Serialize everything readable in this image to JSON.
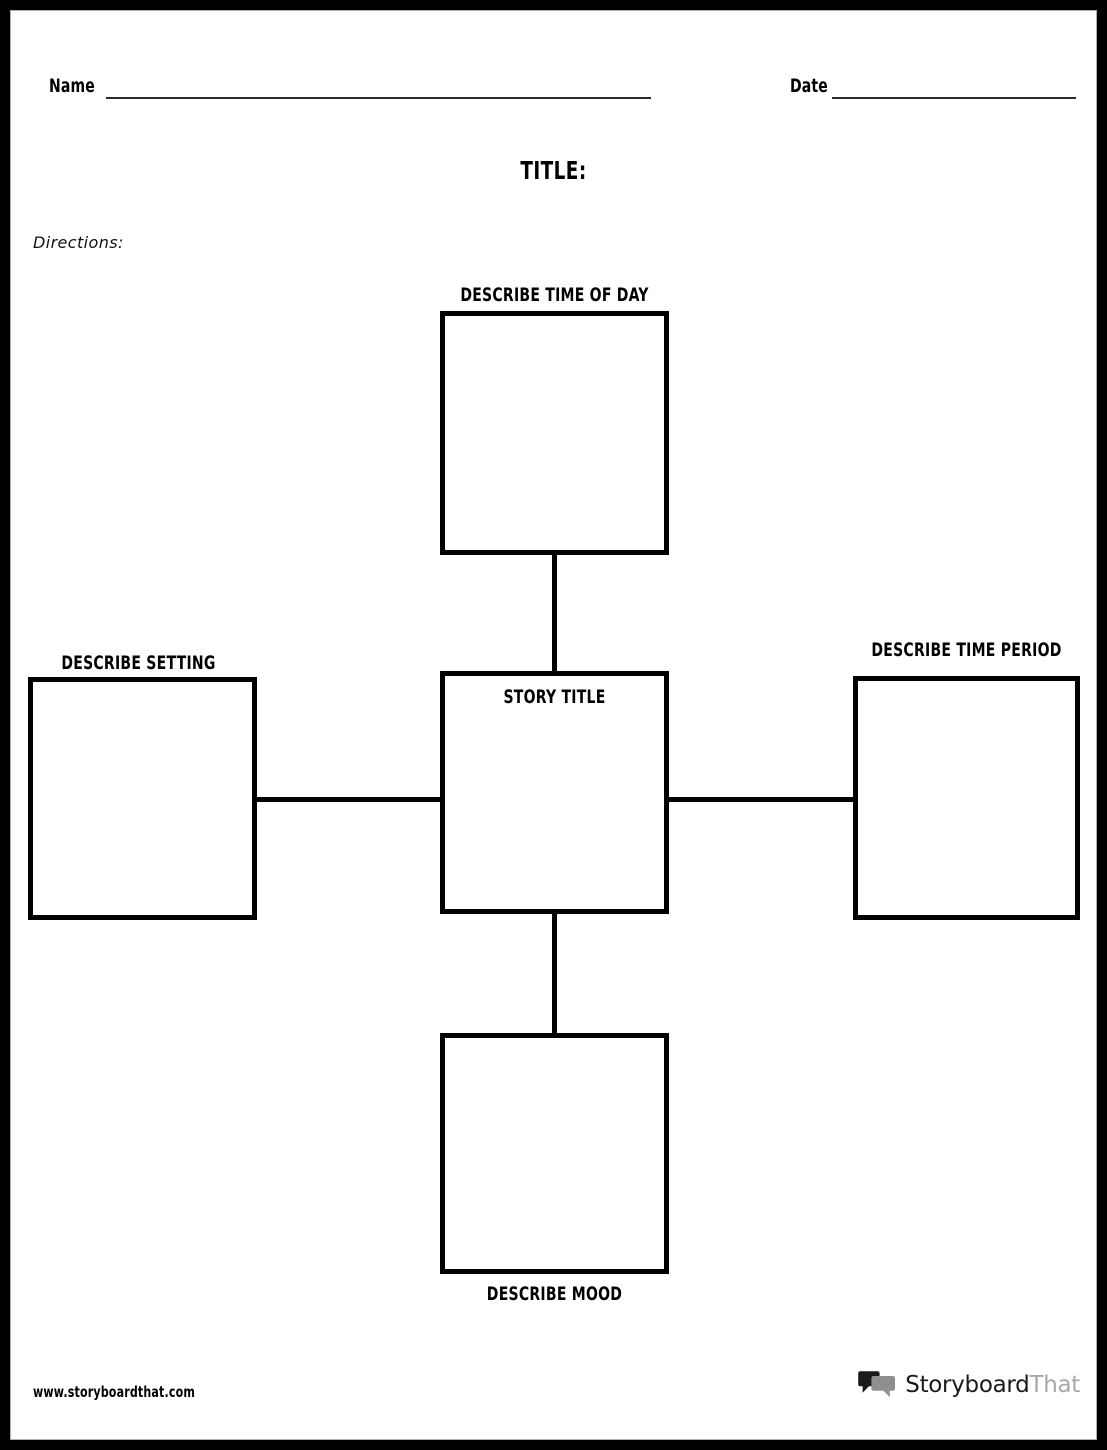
{
  "worksheet": {
    "header": {
      "name_label": "Name",
      "date_label": "Date"
    },
    "title_label": "TITLE:",
    "directions_label": "Directions:",
    "center_box": {
      "label": "STORY TITLE"
    },
    "boxes": [
      {
        "id": "time-of-day",
        "label": "DESCRIBE TIME OF DAY",
        "label_position": "above"
      },
      {
        "id": "setting",
        "label": "DESCRIBE SETTING",
        "label_position": "above"
      },
      {
        "id": "time-period",
        "label": "DESCRIBE TIME PERIOD",
        "label_position": "above"
      },
      {
        "id": "mood",
        "label": "DESCRIBE MOOD",
        "label_position": "below"
      }
    ],
    "footer": {
      "url": "www.storyboardthat.com",
      "logo_primary": "Storyboard",
      "logo_secondary": "That"
    },
    "colors": {
      "page_border": "#000000",
      "box_border": "#000000",
      "rule": "#2b2b2b",
      "logo_primary": "#1a1a1a",
      "logo_secondary": "#a8a8a8",
      "background": "#ffffff"
    }
  }
}
